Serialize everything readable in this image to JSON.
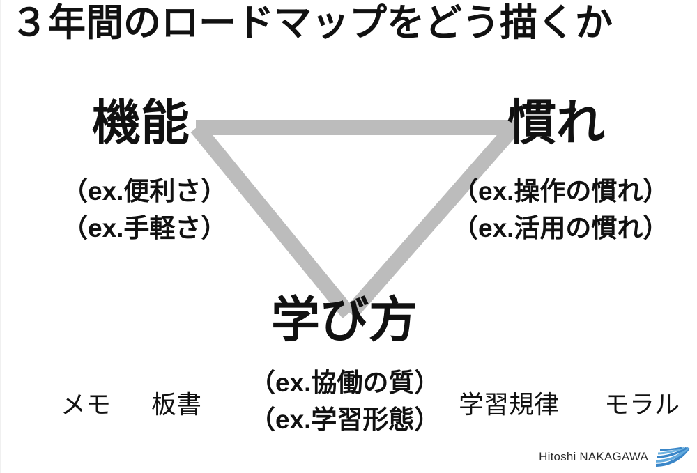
{
  "slide": {
    "title": "３年間のロードマップをどう描くか",
    "background_color": "#ffffff",
    "text_color": "#111111"
  },
  "diagram": {
    "connector_color": "#bcbcbc",
    "connector_thickness": 22,
    "shape": "V-plus-top-bar triangle linking three nodes",
    "nodes": [
      {
        "id": "function",
        "title": "機能",
        "examples": [
          "（ex.便利さ）",
          "（ex.手軽さ）"
        ]
      },
      {
        "id": "habit",
        "title": "慣れ",
        "examples": [
          "（ex.操作の慣れ）",
          "（ex.活用の慣れ）"
        ]
      },
      {
        "id": "learning",
        "title": "学び方",
        "examples": [
          "（ex.協働の質）",
          "（ex.学習形態）"
        ]
      }
    ],
    "edges": [
      {
        "from": "function",
        "to": "habit",
        "style": "horizontal-bar"
      },
      {
        "from": "function",
        "to": "learning",
        "style": "diagonal"
      },
      {
        "from": "habit",
        "to": "learning",
        "style": "diagonal"
      }
    ]
  },
  "bottom_labels": {
    "memo": "メモ",
    "board_writing": "板書",
    "study_discipline": "学習規律",
    "moral": "モラル"
  },
  "footer": {
    "author": "Hitoshi NAKAGAWA",
    "logo_name": "blue-fan-logo",
    "logo_color_dark": "#3a86c8",
    "logo_color_light": "#6fb3e0"
  }
}
